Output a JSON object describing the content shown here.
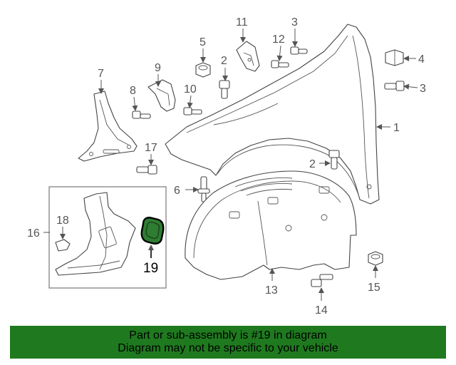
{
  "diagram": {
    "callouts": {
      "c1": "1",
      "c2a": "2",
      "c2b": "2",
      "c3a": "3",
      "c3b": "3",
      "c4": "4",
      "c5": "5",
      "c6": "6",
      "c7": "7",
      "c8": "8",
      "c9": "9",
      "c10": "10",
      "c11": "11",
      "c12": "12",
      "c13": "13",
      "c14": "14",
      "c15": "15",
      "c16": "16",
      "c17": "17",
      "c18": "18",
      "c19": "19"
    },
    "highlighted_part": "19",
    "highlight_color": "#2e7d32"
  },
  "banner": {
    "line1": "Part or sub-assembly is #19 in diagram",
    "line2": "Diagram may not be specific to your vehicle",
    "background": "#1f7a1f"
  }
}
